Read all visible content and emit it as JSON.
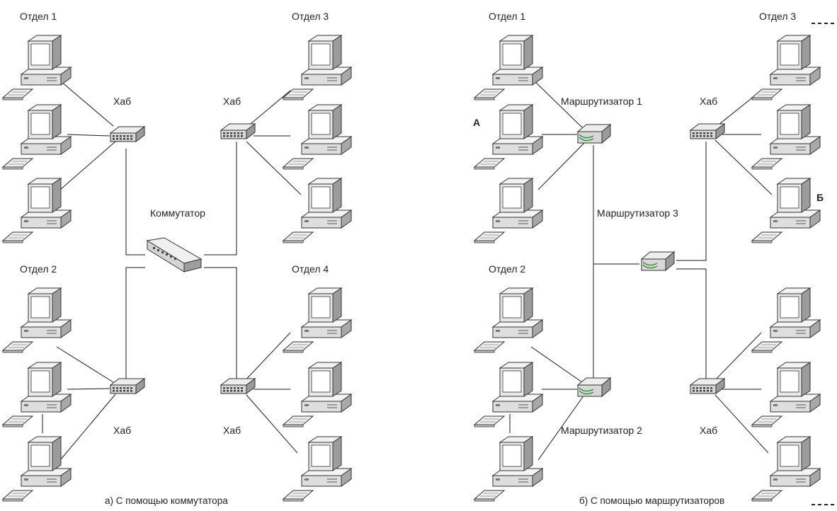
{
  "left_diagram": {
    "dept1": "Отдел 1",
    "dept2": "Отдел 2",
    "dept3": "Отдел 3",
    "dept4": "Отдел 4",
    "hub_label": "Хаб",
    "switch_label": "Коммутатор",
    "caption": "а) С помощью коммутатора"
  },
  "right_diagram": {
    "dept1": "Отдел 1",
    "dept2": "Отдел 2",
    "dept3": "Отдел 3",
    "hub_label": "Хаб",
    "router1": "Маршрутизатор 1",
    "router2": "Маршрутизатор 2",
    "router3": "Маршрутизатор 3",
    "node_a": "А",
    "node_b": "Б",
    "caption": "б) С помощью маршрутизаторов"
  }
}
